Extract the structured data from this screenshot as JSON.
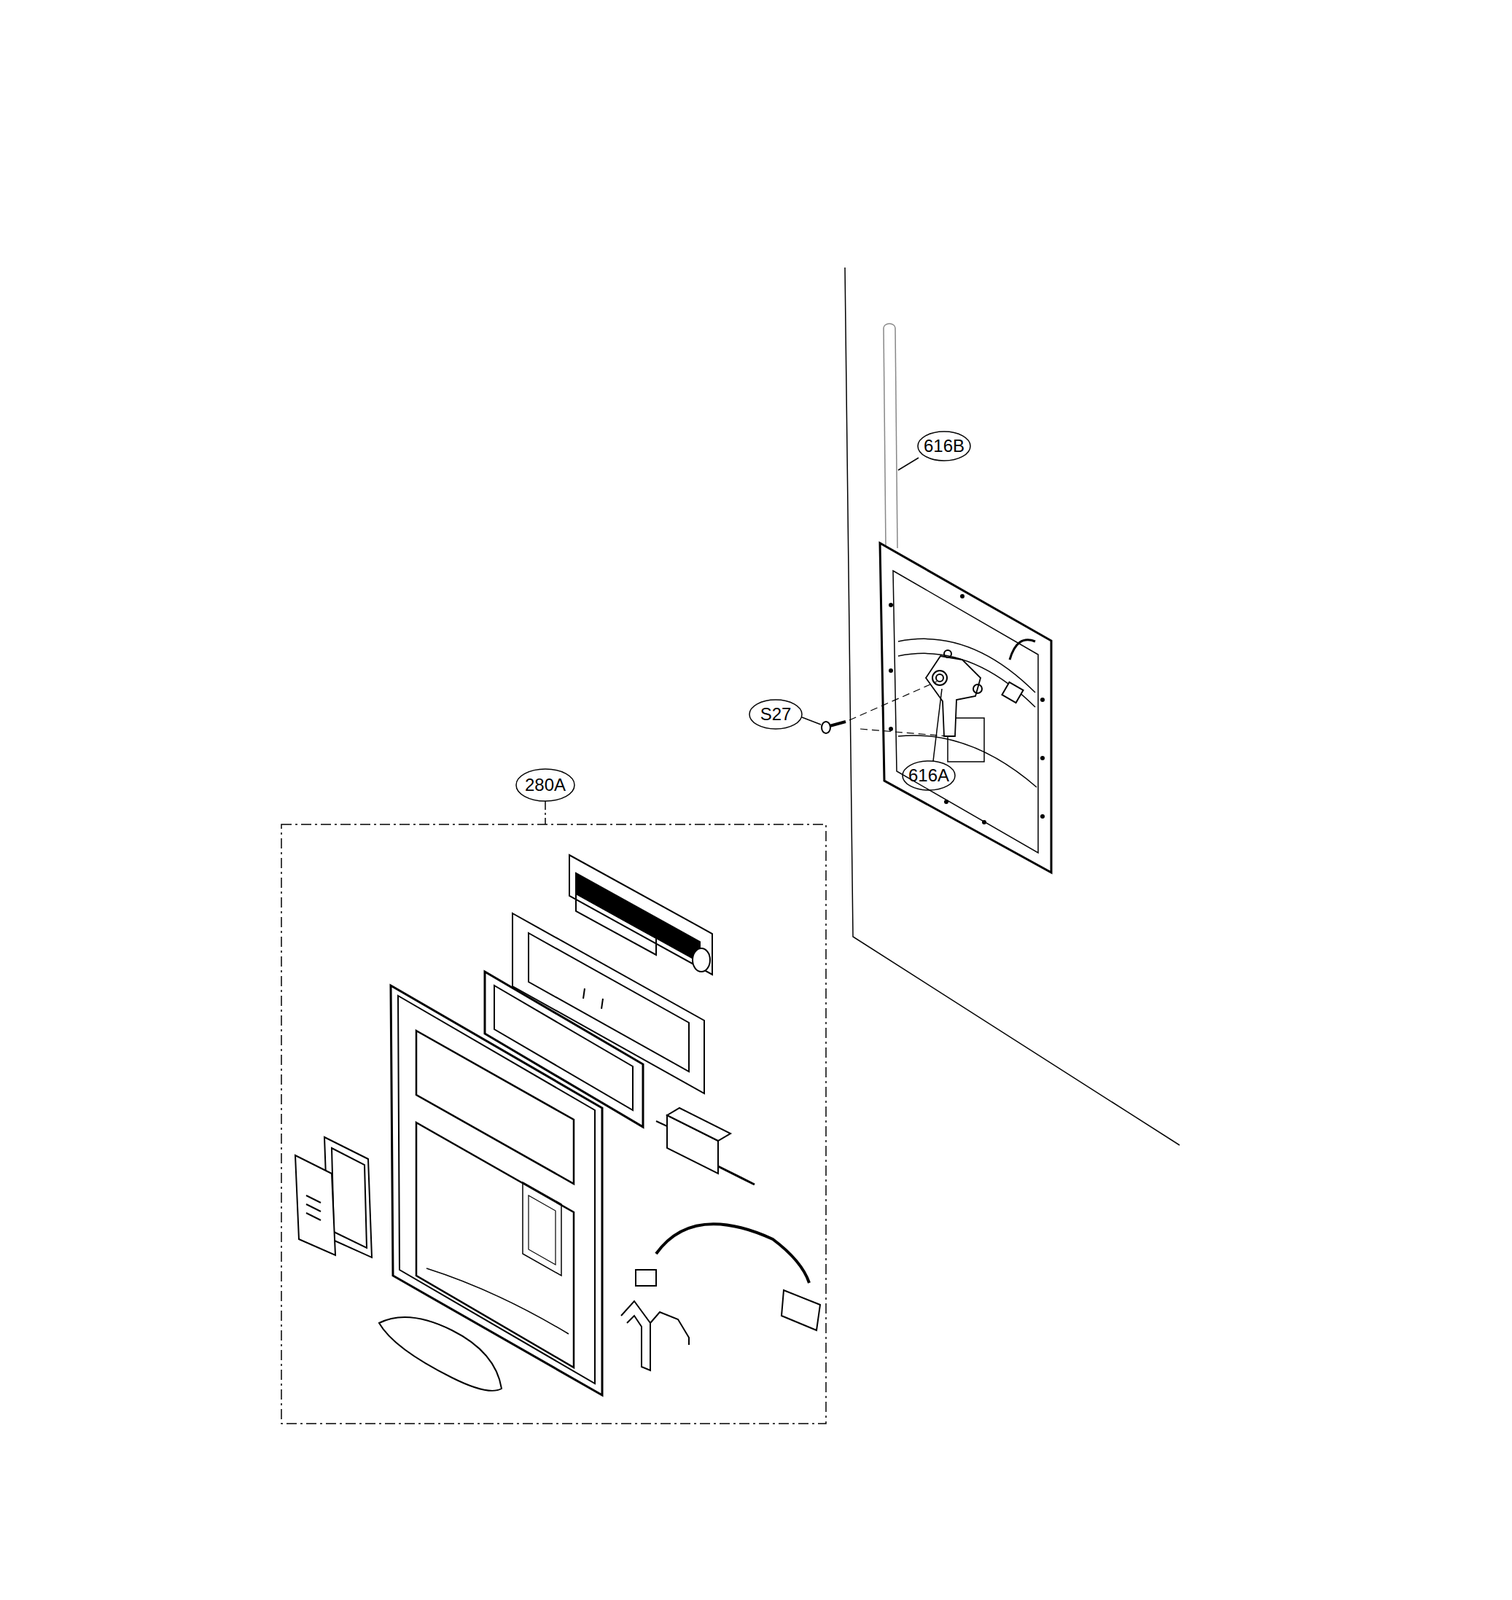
{
  "diagram": {
    "labels": [
      "616B",
      "S27",
      "616A",
      "280A"
    ]
  }
}
